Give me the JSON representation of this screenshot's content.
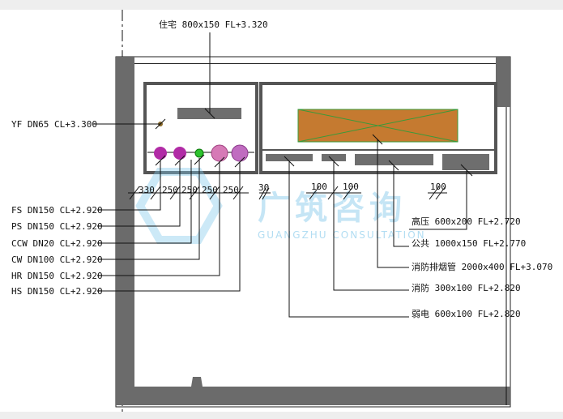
{
  "colors": {
    "wall": "#6b6b6b",
    "duct": "#6e6e6e",
    "smoke_fill": "#c57a30",
    "smoke_cross": "#3a9a3a",
    "pipe_purple": "#b12ba6",
    "pipe_pink": "#d67ab6",
    "pipe_green": "#2ec22e",
    "line": "#111111",
    "watermark": "#7fc7ea"
  },
  "top_label": "住宅 800x150  FL+3.320",
  "yf_label": "YF DN65 CL+3.300",
  "left_labels": [
    "FS DN150 CL+2.920",
    "PS DN150 CL+2.920",
    "CCW DN20 CL+2.920",
    "CW DN100 CL+2.920",
    "HR DN150 CL+2.920",
    "HS DN150 CL+2.920"
  ],
  "left_dims": [
    "330",
    "250",
    "250",
    "250",
    "250"
  ],
  "mid_dim": "30",
  "right_dims": [
    "100",
    "100",
    "100"
  ],
  "right_labels": [
    "高压 600x200  FL+2.720",
    "公共 1000x150  FL+2.770",
    "消防排烟管 2000x400 FL+3.070",
    "消防 300x100  FL+2.820",
    "弱电 600x100  FL+2.820"
  ],
  "watermark": {
    "title": "广筑咨询",
    "subtitle": "GUANGZHU CONSULTATION"
  }
}
